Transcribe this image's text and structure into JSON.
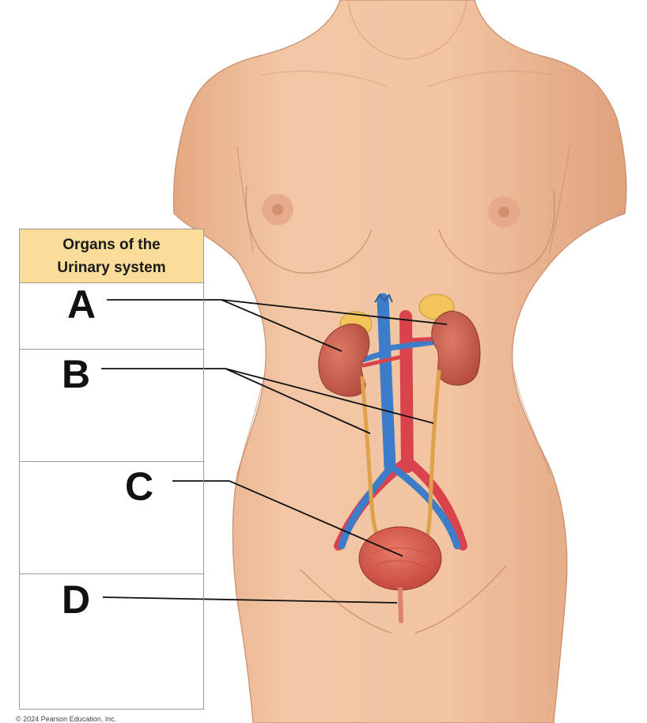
{
  "table": {
    "header_line1": "Organs of the",
    "header_line2": "Urinary system"
  },
  "labels": {
    "a": "A",
    "b": "B",
    "c": "C",
    "d": "D"
  },
  "copyright": "© 2024 Pearson Education, Inc.",
  "colors": {
    "skin": "#efbe9b",
    "skin_shadow": "#d79a78",
    "kidney": "#c55a4a",
    "artery": "#d9434e",
    "vein": "#3d7cc9",
    "ureter": "#e0a14c",
    "bladder": "#d85a4a",
    "adrenal": "#f2c55a",
    "table_header": "#fbdd9a"
  }
}
